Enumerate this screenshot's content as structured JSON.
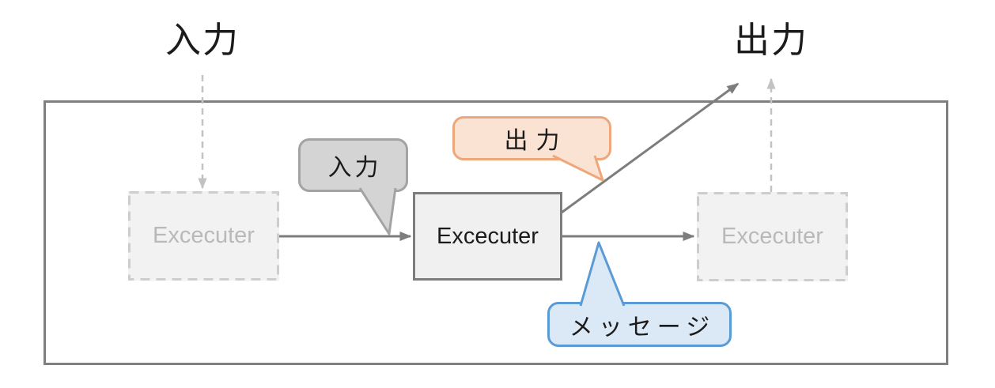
{
  "diagram": {
    "top_labels": {
      "input": "入力",
      "output": "出力"
    },
    "nodes": {
      "executor_prev": {
        "label": "Excecuter"
      },
      "executor_main": {
        "label": "Excecuter"
      },
      "executor_next": {
        "label": "Excecuter"
      }
    },
    "callouts": {
      "input": {
        "label": "入力",
        "fill": "#d4d4d4",
        "border": "#a3a3a3"
      },
      "output": {
        "label": "出力",
        "fill": "#fbe3d3",
        "border": "#eea77b"
      },
      "message": {
        "label": "メッセージ",
        "fill": "#dbe9f6",
        "border": "#5b9bd5"
      }
    },
    "colors": {
      "frame_border": "#7f7f7f",
      "solid_arrow": "#7d7d7d",
      "dashed_arrow": "#c2c2c2",
      "ghost_border": "#cdcdcd",
      "ghost_fill": "#f2f2f2",
      "ghost_text": "#b9b9b9",
      "node_fill": "#f0f0f0",
      "text": "#1b1b1b"
    }
  }
}
